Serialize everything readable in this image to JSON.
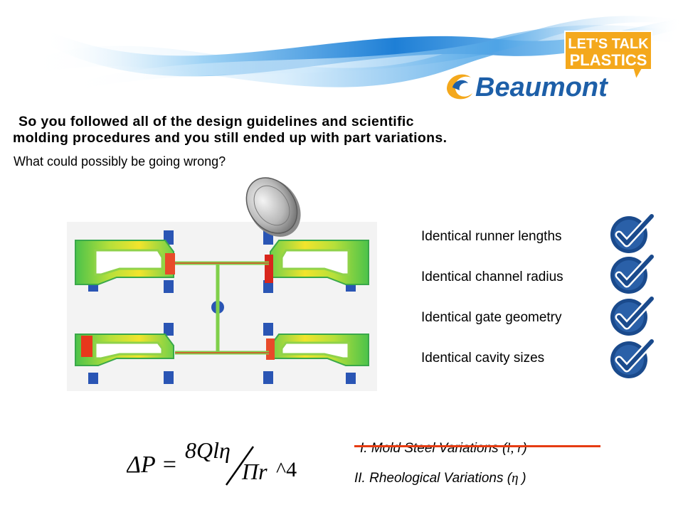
{
  "logo": {
    "badge_line1": "LET'S TALK",
    "badge_line2": "PLASTICS",
    "brand": "Beaumont"
  },
  "headline": {
    "line1": "So you followed all of the design guidelines and scientific",
    "line2": "molding procedures and you still ended up with part variations.",
    "question": "What could possibly be going wrong?"
  },
  "checklist": [
    {
      "label": "Identical runner lengths",
      "checked": true
    },
    {
      "label": "Identical channel radius",
      "checked": true
    },
    {
      "label": "Identical gate geometry",
      "checked": true
    },
    {
      "label": "Identical cavity sizes",
      "checked": true
    }
  ],
  "formula": {
    "lhs": "ΔP =",
    "numerator": "8Qlη",
    "denominator": "Πr",
    "power": "^4"
  },
  "variations": [
    {
      "text": "I. Mold Steel Variations (",
      "symbol": "l, r",
      "close": ")",
      "struck": true
    },
    {
      "text": "II. Rheological Variations (",
      "symbol": "η ",
      "close": ")",
      "struck": false
    }
  ],
  "colors": {
    "check_blue": "#1a4a8c",
    "strike_red": "#e63c12",
    "badge_orange": "#f4a81c",
    "brand_blue": "#1d5fa8"
  }
}
